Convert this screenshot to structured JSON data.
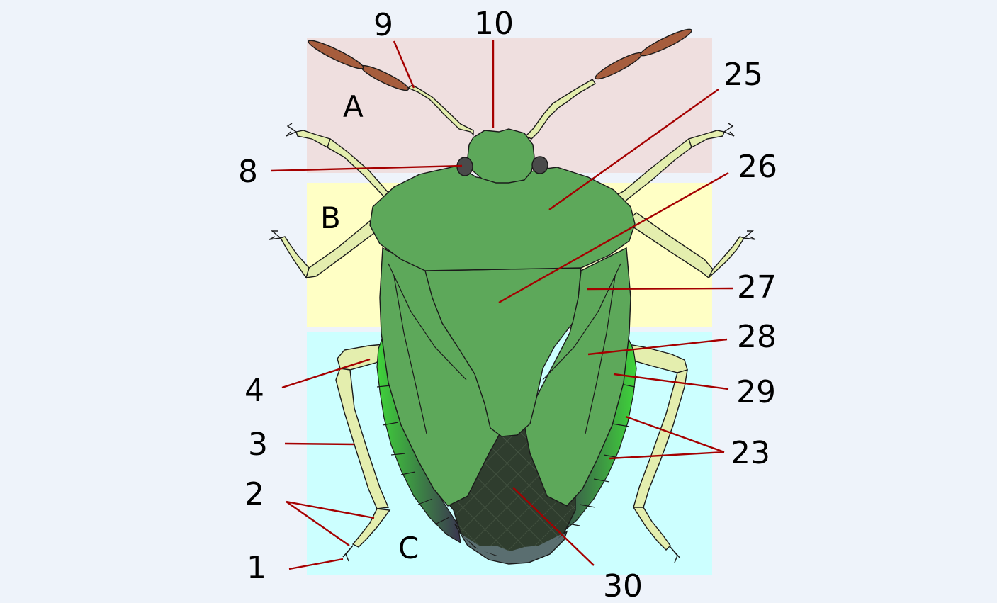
{
  "colors": {
    "background": "#eef3fa",
    "region_a": "#efdfdf",
    "region_b": "#ffffc5",
    "region_c": "#ccffff",
    "body_green": "#5da85a",
    "body_green_dark": "#4f9a4e",
    "leg_pale": "#e4eeae",
    "antenna_brown": "#a65d3d",
    "eye_gray": "#4a4a4a",
    "membrane_dark": "#2d3b2c",
    "abdomen_tip": "#5a6e70",
    "leader_red": "#a50000"
  },
  "regions": [
    {
      "key": "head",
      "label": "A"
    },
    {
      "key": "thorax",
      "label": "B"
    },
    {
      "key": "abdomen",
      "label": "C"
    }
  ],
  "labels": [
    "1",
    "2",
    "3",
    "4",
    "8",
    "9",
    "10",
    "23",
    "25",
    "26",
    "27",
    "28",
    "29",
    "30"
  ]
}
